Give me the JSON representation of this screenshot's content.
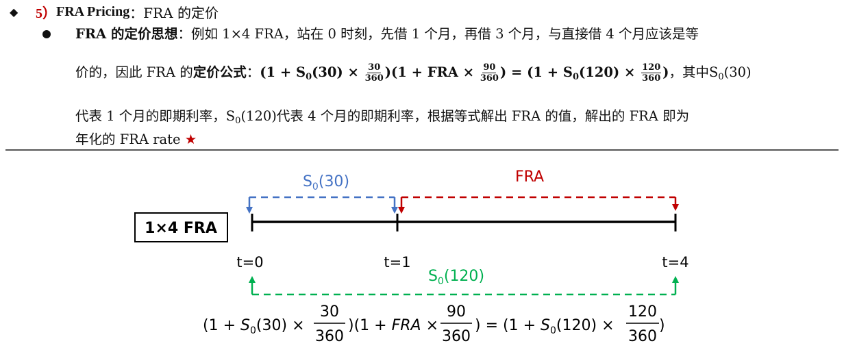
{
  "heading": {
    "bullet": "◆",
    "number": "5）",
    "title_en": "FRA Pricing",
    "sep": "：",
    "title_cn": "FRA 的定价"
  },
  "para": {
    "label": "FRA 的定价思想",
    "colon": "：",
    "line1": "例如 1×4 FRA，站在 0 时刻，先借 1 个月，再借 3 个月，与直接借 4 个月应该是等",
    "line2_a": "价的，因此 FRA 的",
    "line2_bold": "定价公式",
    "line2_b": "：",
    "line2_after": "，其中S",
    "line2_tail": "(30)",
    "line3_a": "代表 1 个月的即期利率，S",
    "line3_b": "(120)代表 4 个月的即期利率，根据等式解出 FRA 的值，解出的 FRA 即为",
    "line4": "年化的 FRA rate ",
    "star": "★"
  },
  "formula": {
    "s": "S",
    "sub0": "0",
    "d30": "30",
    "d120": "120",
    "d90": "90",
    "d360": "360",
    "one": "1",
    "fra": "FRA"
  },
  "diagram": {
    "box_label": "1×4 FRA",
    "t0": "t=0",
    "t1": "t=1",
    "t4": "t=4",
    "s0_30": "S0(30)",
    "fra": "FRA",
    "s0_120": "S0(120)",
    "colors": {
      "blue": "#4472c4",
      "red": "#c00000",
      "green": "#00b050",
      "black": "#000000"
    }
  }
}
